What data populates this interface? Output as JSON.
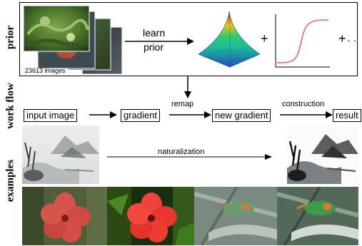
{
  "labels": {
    "prior": "prior",
    "work_flow": "work flow",
    "examples": "examples"
  },
  "prior": {
    "image_count": "23613 images",
    "learn_text": "learn",
    "prior_text": "prior",
    "plus": "+",
    "plus_more": "+",
    "ellipsis": "· ·"
  },
  "workflow": {
    "input_image": "input image",
    "gradient": "gradient",
    "remap": "remap",
    "new_gradient": "new gradient",
    "construction": "construction",
    "result": "result",
    "naturalization": "naturalization"
  },
  "colors": {
    "sigmoid": "#e07a7a",
    "surface_peak": "#c0392b",
    "surface_base": "#1f4fb8"
  }
}
